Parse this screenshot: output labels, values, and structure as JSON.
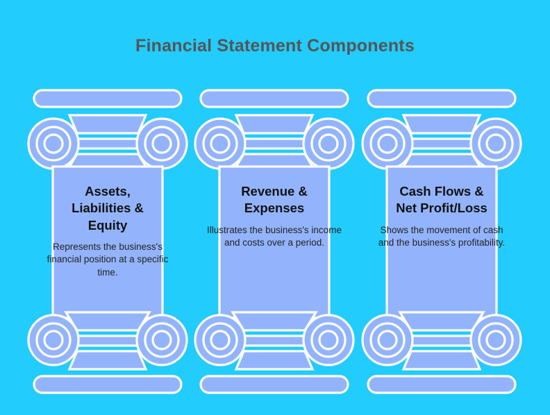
{
  "page": {
    "title": "Financial Statement Components",
    "background_color": "#22ccfc",
    "title_color": "#555555",
    "pillar_fill_color": "#93b4fc",
    "pillar_outline_color": "#ffffff"
  },
  "columns": [
    {
      "id": "assets-liabilities-equity",
      "heading": "Assets,\nLiabilities &\nEquity",
      "description": "Represents the business's financial position at a specific time.",
      "icon": "greek-pillar-icon"
    },
    {
      "id": "revenue-expenses",
      "heading": "Revenue &\nExpenses",
      "description": "Illustrates the business's income and costs over a period.",
      "icon": "greek-pillar-icon"
    },
    {
      "id": "cash-flows-net-profit-loss",
      "heading": "Cash Flows &\nNet Profit/Loss",
      "description": "Shows the movement of cash and the business's profitability.",
      "icon": "greek-pillar-icon"
    }
  ]
}
